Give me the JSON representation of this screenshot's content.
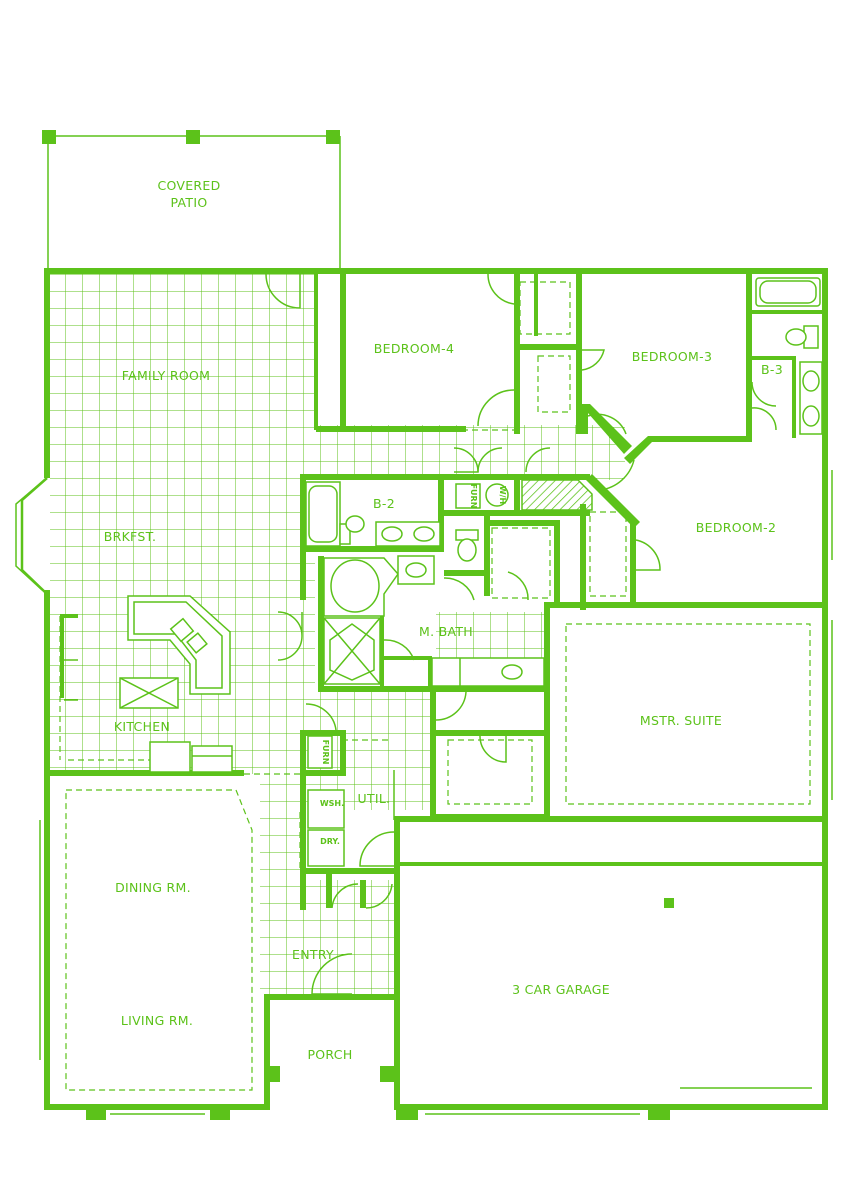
{
  "plan": {
    "accent_color": "#5cc21a",
    "rooms": {
      "covered_patio": [
        "COVERED",
        "PATIO"
      ],
      "family_room": "FAMILY ROOM",
      "bedroom_4": "BEDROOM-4",
      "bedroom_3": "BEDROOM-3",
      "bath_3": "B-3",
      "bath_2": "B-2",
      "bedroom_2": "BEDROOM-2",
      "breakfast": "BRKFST.",
      "master_bath": "M. BATH",
      "kitchen": "KITCHEN",
      "master_suite": "MSTR. SUITE",
      "utility": "UTIL.",
      "dining": "DINING RM.",
      "living": "LIVING RM.",
      "entry": "ENTRY",
      "garage": "3 CAR GARAGE",
      "porch": "PORCH"
    },
    "fixtures": {
      "furnace": "FURN",
      "water_heater": "W/H",
      "washer": "WSH.",
      "dryer": "DRY."
    }
  }
}
